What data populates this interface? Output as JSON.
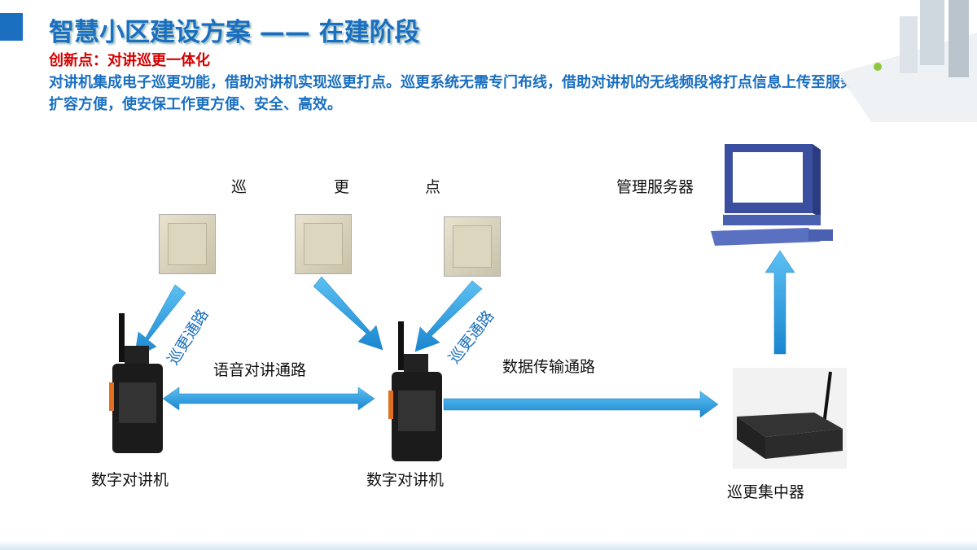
{
  "header": {
    "title": "智慧小区建设方案 —— 在建阶段",
    "subtitle": "创新点：对讲巡更一体化",
    "body": "对讲机集成电子巡更功能，借助对讲机实现巡更打点。巡更系统无需专门布线，借助对讲机的无线频段将打点信息上传至服务器，扩容方便，使安保工作更方便、安全、高效。"
  },
  "diagram": {
    "patrol_point_chars": [
      "巡",
      "更",
      "点"
    ],
    "server_label": "管理服务器",
    "radio_label_left": "数字对讲机",
    "radio_label_center": "数字对讲机",
    "concentrator_label": "巡更集中器",
    "voice_path_label": "语音对讲通路",
    "data_path_label": "数据传输通路",
    "patrol_path_label_left": "巡更通路",
    "patrol_path_label_right": "巡更通路"
  },
  "colors": {
    "accent": "#1a6fc0",
    "highlight": "#d40000",
    "arrow": "#2a9be0"
  }
}
